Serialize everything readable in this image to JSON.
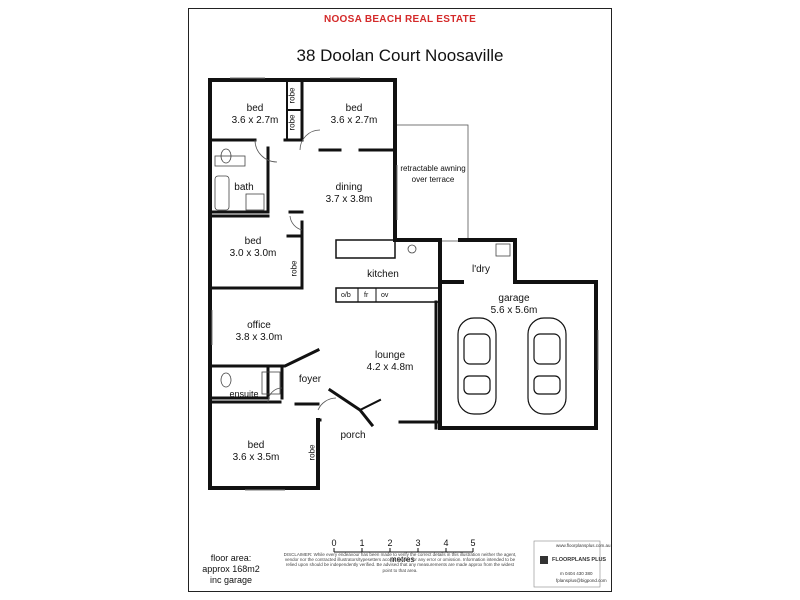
{
  "header": {
    "agency": "NOOSA BEACH REAL ESTATE",
    "address": "38 Doolan Court Noosaville"
  },
  "rooms": {
    "bed1": {
      "name": "bed",
      "size": "3.6 x 2.7m"
    },
    "bed2": {
      "name": "bed",
      "size": "3.6 x 2.7m"
    },
    "bath": {
      "name": "bath"
    },
    "dining": {
      "name": "dining",
      "size": "3.7 x 3.8m"
    },
    "awning": "retractable awning over terrace",
    "bed3": {
      "name": "bed",
      "size": "3.0 x 3.0m"
    },
    "kitchen": {
      "name": "kitchen"
    },
    "laundry": {
      "name": "l'dry"
    },
    "garage": {
      "name": "garage",
      "size": "5.6 x 5.6m"
    },
    "office": {
      "name": "office",
      "size": "3.8 x 3.0m"
    },
    "lounge": {
      "name": "lounge",
      "size": "4.2 x 4.8m"
    },
    "foyer": {
      "name": "foyer"
    },
    "ensuite": {
      "name": "ensuite"
    },
    "bed4": {
      "name": "bed",
      "size": "3.6 x 3.5m"
    },
    "porch": {
      "name": "porch"
    },
    "robe_label": "robe"
  },
  "appliances": {
    "oven_bench": "o/b",
    "fridge": "fr",
    "oven": "ov"
  },
  "scale": {
    "ticks": [
      "0",
      "1",
      "2",
      "3",
      "4",
      "5"
    ],
    "unit": "metres"
  },
  "footer": {
    "floor_area": "floor area: approx 168m2 inc garage",
    "disclaimer": "DISCLAIMER: While every endeavour has been made to verify the correct details in this illustration neither the agent, vendor nor the contracted illustrators/typesetters accept liability for any error or omission. Information intended to be relied upon should be independently verified. Be advised that any measurements are made approx from the widest point to that area.",
    "logo_url": "www.floorplansplus.com.au",
    "logo_name": "FLOORPLANS PLUS",
    "logo_phone": "m 0404 430 380",
    "logo_email": "fplansplus@bigpond.com"
  }
}
